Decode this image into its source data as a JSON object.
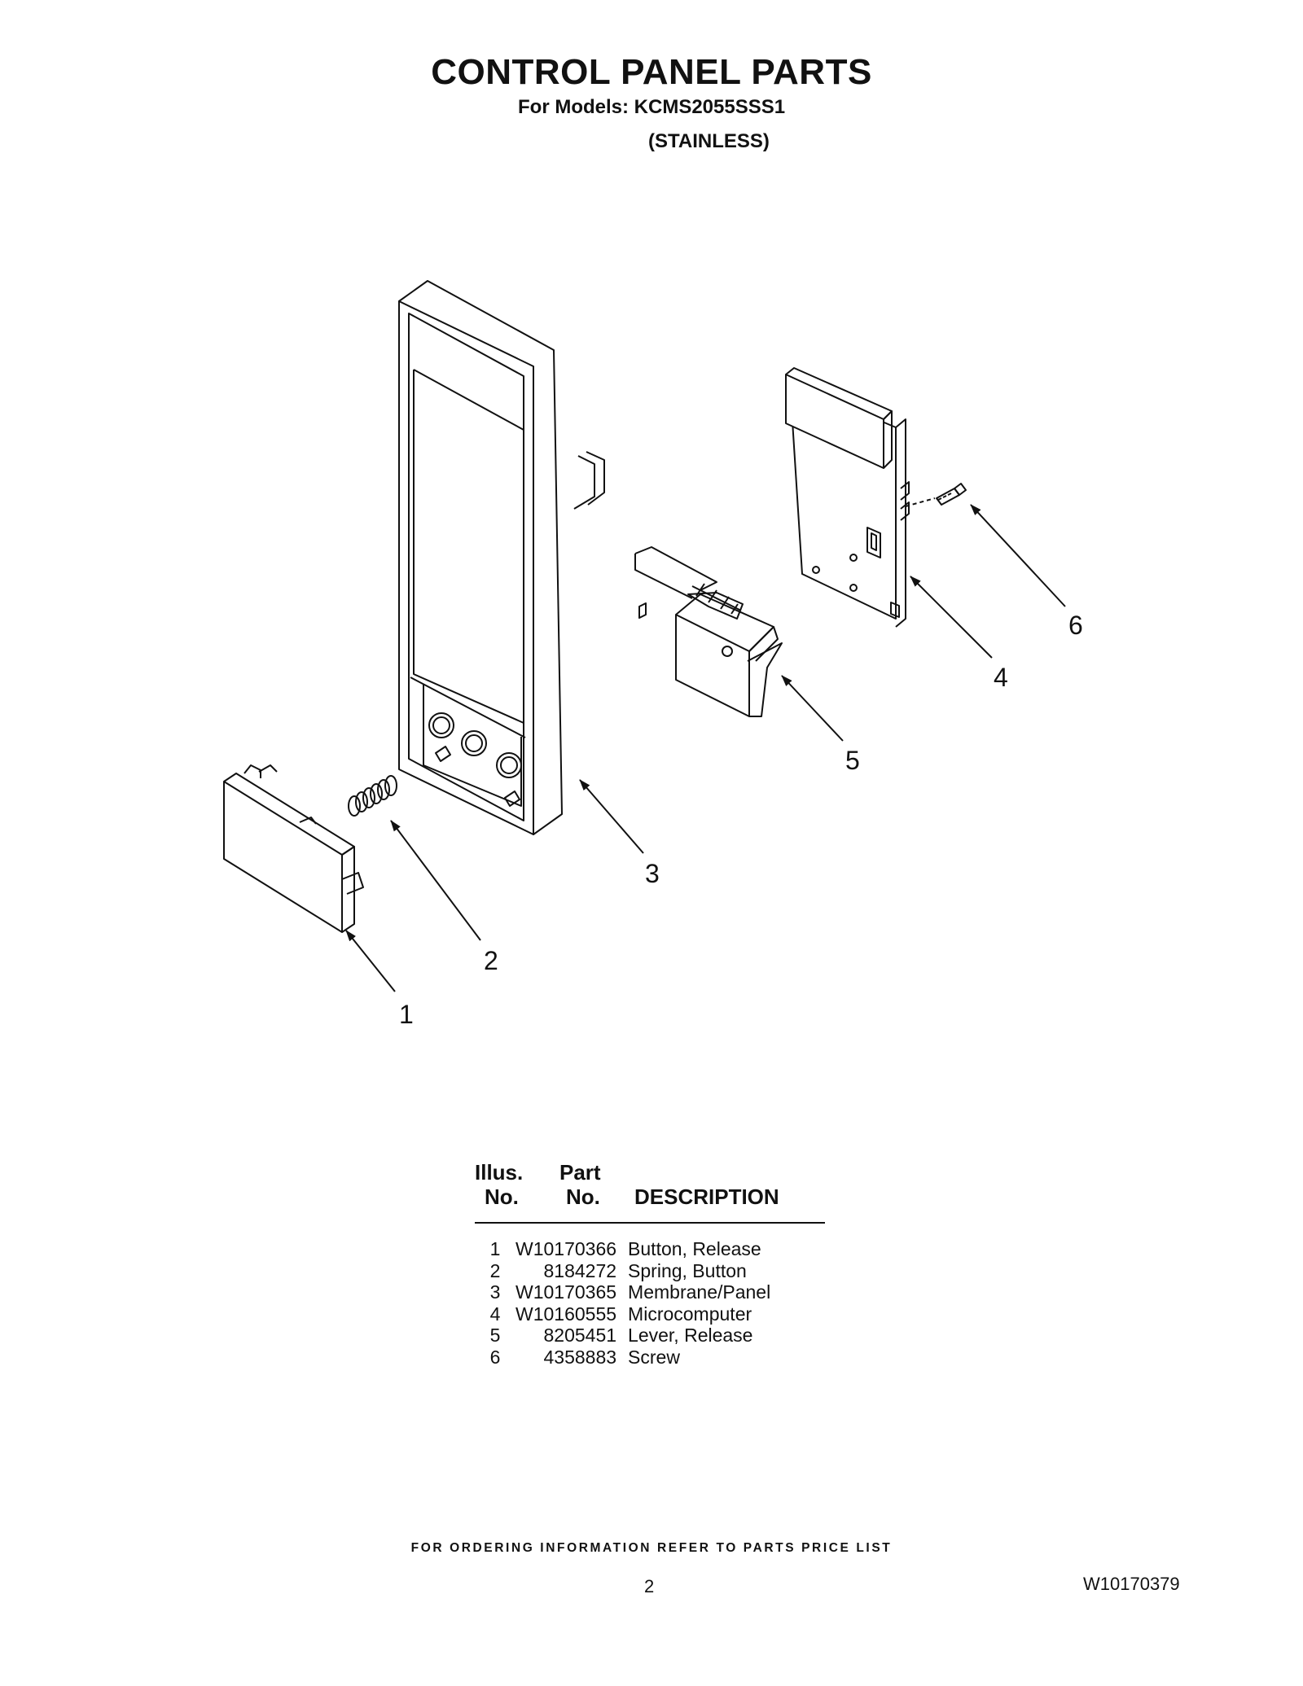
{
  "header": {
    "title": "CONTROL PANEL PARTS",
    "models_line": "For Models: KCMS2055SSS1",
    "variant_line": "(STAINLESS)"
  },
  "callouts": [
    "1",
    "2",
    "3",
    "4",
    "5",
    "6"
  ],
  "parts_table": {
    "col1_header_line1": "Illus.",
    "col1_header_line2": "No.",
    "col2_header_line1": "Part",
    "col2_header_line2": "No.",
    "col3_header": "DESCRIPTION",
    "rows": [
      {
        "illus": "1",
        "part": "W10170366",
        "description": "Button, Release"
      },
      {
        "illus": "2",
        "part": "8184272",
        "description": "Spring, Button"
      },
      {
        "illus": "3",
        "part": "W10170365",
        "description": "Membrane/Panel"
      },
      {
        "illus": "4",
        "part": "W10160555",
        "description": "Microcomputer"
      },
      {
        "illus": "5",
        "part": "8205451",
        "description": "Lever, Release"
      },
      {
        "illus": "6",
        "part": "4358883",
        "description": "Screw"
      }
    ]
  },
  "footer": {
    "ordering_note": "FOR ORDERING INFORMATION REFER TO PARTS PRICE LIST",
    "page_number": "2",
    "document_number": "W10170379"
  }
}
